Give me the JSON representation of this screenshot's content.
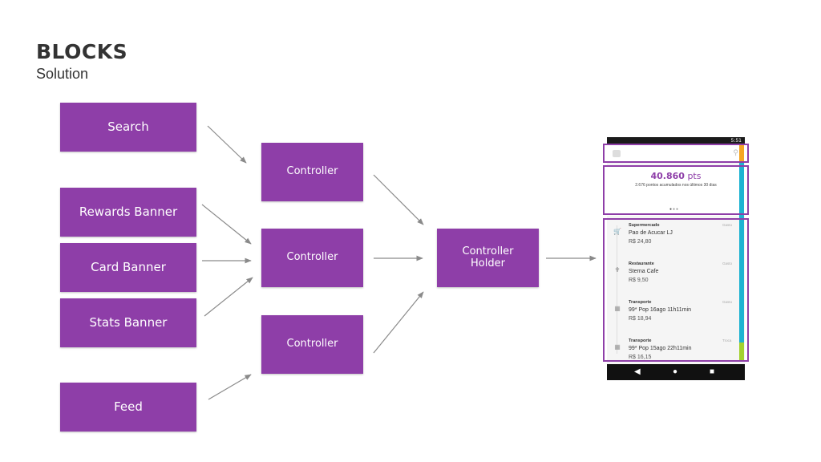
{
  "header": {
    "title": "BLOCKS",
    "subtitle": "Solution"
  },
  "blocks": {
    "search": "Search",
    "rewards_banner": "Rewards Banner",
    "card_banner": "Card Banner",
    "stats_banner": "Stats Banner",
    "feed": "Feed"
  },
  "controllers": [
    "Controller",
    "Controller",
    "Controller"
  ],
  "controller_holder": "Controller\nHolder",
  "colors": {
    "block": "#8e3ea8",
    "arrow": "#8a8a8a",
    "highlight": "#8e3ea8",
    "stripe_top": "#f5a623",
    "stripe_mid": "#1fb3d2",
    "stripe_bottom": "#a3d12f"
  },
  "phone": {
    "status_time": "5:51",
    "points": {
      "value": "40.860",
      "unit": "pts",
      "description": "2.676 pontos acumulados nos últimos 30 dias"
    },
    "nav": {
      "back_icon": "back-icon",
      "home_icon": "home-icon",
      "recent_icon": "recent-apps-icon"
    },
    "feed": [
      {
        "category": "Supermercado",
        "name": "Pao de Acucar LJ",
        "amount": "R$ 24,80",
        "status": "Gasto",
        "icon": "cart-icon"
      },
      {
        "category": "Restaurante",
        "name": "Sterna Cafe",
        "amount": "R$ 9,50",
        "status": "Gasto",
        "icon": "cutlery-icon"
      },
      {
        "category": "Transporte",
        "name": "99* Pop 16ago 11h11min",
        "amount": "R$ 18,94",
        "status": "Gasto",
        "icon": "bus-icon"
      },
      {
        "category": "Transporte",
        "name": "99* Pop 15ago 22h11min",
        "amount": "R$ 16,15",
        "status": "Troca",
        "icon": "bus-icon"
      }
    ]
  }
}
